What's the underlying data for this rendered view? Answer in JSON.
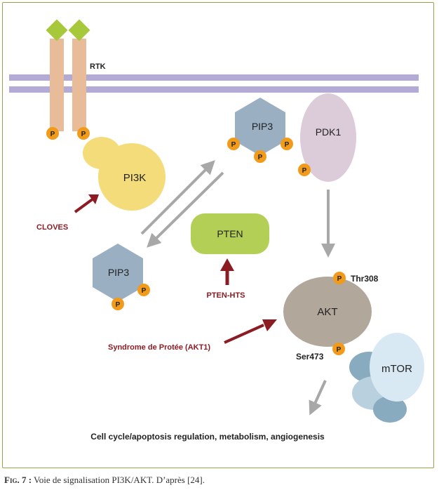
{
  "labels": {
    "rtk": "RTK",
    "pi3k": "PI3K",
    "cloves": "CLOVES",
    "pip3_top": "PIP3",
    "pdk1": "PDK1",
    "pip3_left": "PIP3",
    "pten": "PTEN",
    "pten_hts": "PTEN-HTS",
    "akt": "AKT",
    "thr308": "Thr308",
    "ser473": "Ser473",
    "proteus": "Syndrome de Protée (AKT1)",
    "mtor": "mTOR",
    "outcome": "Cell cycle/apoptosis regulation, metabolism, angiogenesis",
    "phospho": "P"
  },
  "caption": {
    "lead": "Fig. 7 :",
    "text": " Voie de signalisation PI3K/AKT. D’après [24]."
  },
  "colors": {
    "membrane": "#b3abd6",
    "rtk": "#e8bc98",
    "ligand": "#a8c83c",
    "pi3k": "#f5dc7a",
    "pip3": "#9aafc2",
    "pdk1": "#dccbd9",
    "pten": "#b3cf55",
    "akt": "#b1a79a",
    "mtor": "#d9e9f4",
    "mtor_partner": "#89abbf",
    "phospho": "#f29a1a",
    "disease": "#8c1c24",
    "arrow": "#a8a8a8",
    "frame": "#8fa84a"
  }
}
